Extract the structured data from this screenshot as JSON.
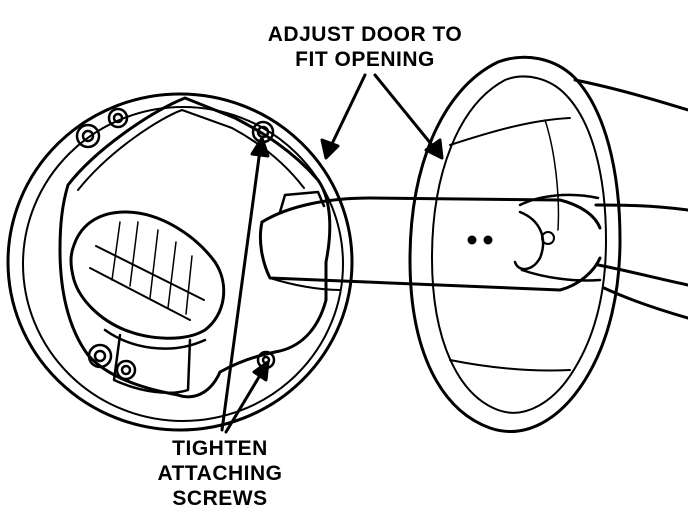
{
  "callouts": {
    "adjust_door": {
      "line1": "ADJUST DOOR TO",
      "line2": "FIT OPENING"
    },
    "tighten_screws": {
      "line1": "TIGHTEN",
      "line2": "ATTACHING",
      "line3": "SCREWS"
    }
  },
  "colors": {
    "ink": "#000000",
    "paper": "#ffffff"
  }
}
